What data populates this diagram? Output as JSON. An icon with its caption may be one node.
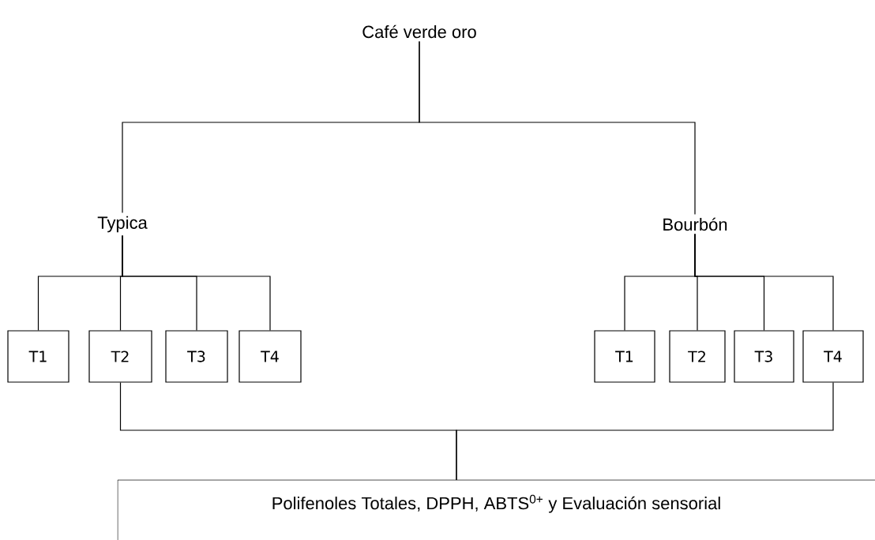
{
  "diagram": {
    "nodes": [
      {
        "text": [
          "Café verde oro"
        ]
      },
      {
        "text": [
          "Typica"
        ]
      },
      {
        "text": [
          "Bourbón"
        ]
      },
      {
        "text": [
          "T1"
        ]
      },
      {
        "text": [
          "T2"
        ]
      },
      {
        "text": [
          "T3"
        ]
      },
      {
        "text": [
          "T4"
        ]
      },
      {
        "text": [
          "T1"
        ]
      },
      {
        "text": [
          "T2"
        ]
      },
      {
        "text": [
          "T3"
        ]
      },
      {
        "text": [
          "T4"
        ]
      },
      {
        "text": [
          "Polifenoles Totales, DPPH, ABTS$^{0+}$ y Evaluación sensorial"
        ]
      }
    ],
    "edges": [
      {
        "from": 0,
        "to": 1,
        "arrow": "none"
      },
      {
        "from": 0,
        "to": 2,
        "arrow": "none"
      },
      {
        "from": 1,
        "to": 3,
        "arrow": "none"
      },
      {
        "from": 1,
        "to": 4,
        "arrow": "none"
      },
      {
        "from": 1,
        "to": 5,
        "arrow": "none"
      },
      {
        "from": 1,
        "to": 6,
        "arrow": "none"
      },
      {
        "from": 2,
        "to": 7,
        "arrow": "none"
      },
      {
        "from": 2,
        "to": 8,
        "arrow": "none"
      },
      {
        "from": 2,
        "to": 9,
        "arrow": "none"
      },
      {
        "from": 2,
        "to": 10,
        "arrow": "none"
      },
      {
        "from": 4,
        "to": 11,
        "arrow": "none"
      },
      {
        "from": 10,
        "to": 11,
        "arrow": "none"
      }
    ]
  }
}
